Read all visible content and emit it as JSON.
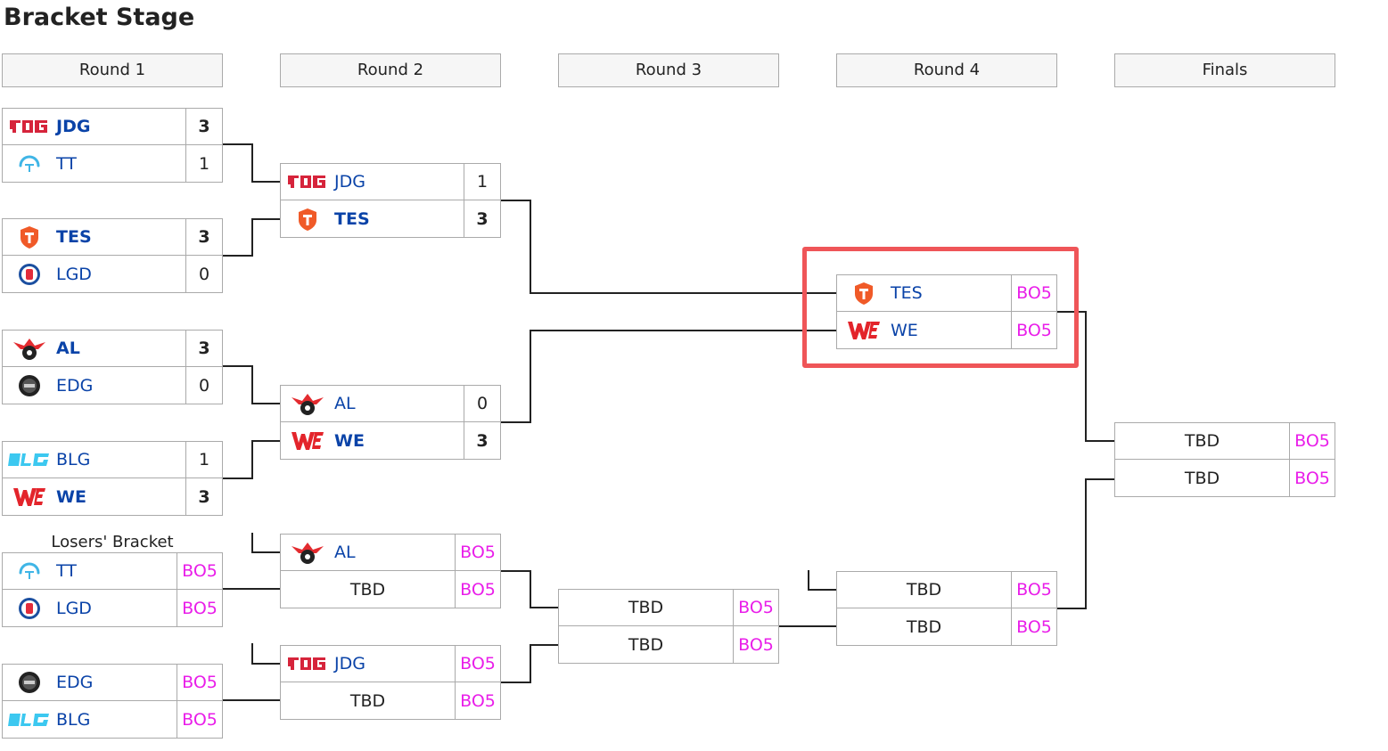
{
  "page_title": "Bracket Stage",
  "rounds": [
    "Round 1",
    "Round 2",
    "Round 3",
    "Round 4",
    "Finals"
  ],
  "losers_caption": "Losers' Bracket",
  "matches": {
    "r1m1": [
      {
        "team": "JDG",
        "logo": "jdg-logo",
        "score": "3",
        "win": true
      },
      {
        "team": "TT",
        "logo": "tt-logo",
        "score": "1",
        "win": false
      }
    ],
    "r1m2": [
      {
        "team": "TES",
        "logo": "tes-logo",
        "score": "3",
        "win": true
      },
      {
        "team": "LGD",
        "logo": "lgd-logo",
        "score": "0",
        "win": false
      }
    ],
    "r1m3": [
      {
        "team": "AL",
        "logo": "al-logo",
        "score": "3",
        "win": true
      },
      {
        "team": "EDG",
        "logo": "edg-logo",
        "score": "0",
        "win": false
      }
    ],
    "r1m4": [
      {
        "team": "BLG",
        "logo": "blg-logo",
        "score": "1",
        "win": false
      },
      {
        "team": "WE",
        "logo": "we-logo",
        "score": "3",
        "win": true
      }
    ],
    "r1m5": [
      {
        "team": "TT",
        "logo": "tt-logo",
        "score": "BO5"
      },
      {
        "team": "LGD",
        "logo": "lgd-logo",
        "score": "BO5"
      }
    ],
    "r1m6": [
      {
        "team": "EDG",
        "logo": "edg-logo",
        "score": "BO5"
      },
      {
        "team": "BLG",
        "logo": "blg-logo",
        "score": "BO5"
      }
    ],
    "r2m1": [
      {
        "team": "JDG",
        "logo": "jdg-logo",
        "score": "1",
        "win": false
      },
      {
        "team": "TES",
        "logo": "tes-logo",
        "score": "3",
        "win": true
      }
    ],
    "r2m2": [
      {
        "team": "AL",
        "logo": "al-logo",
        "score": "0",
        "win": false
      },
      {
        "team": "WE",
        "logo": "we-logo",
        "score": "3",
        "win": true
      }
    ],
    "r2m3": [
      {
        "team": "AL",
        "logo": "al-logo",
        "score": "BO5"
      },
      {
        "team": "TBD",
        "logo": "",
        "score": "BO5"
      }
    ],
    "r2m4": [
      {
        "team": "JDG",
        "logo": "jdg-logo",
        "score": "BO5"
      },
      {
        "team": "TBD",
        "logo": "",
        "score": "BO5"
      }
    ],
    "r3m1": [
      {
        "team": "TBD",
        "logo": "",
        "score": "BO5"
      },
      {
        "team": "TBD",
        "logo": "",
        "score": "BO5"
      }
    ],
    "r4m1": [
      {
        "team": "TES",
        "logo": "tes-logo",
        "score": "BO5"
      },
      {
        "team": "WE",
        "logo": "we-logo",
        "score": "BO5"
      }
    ],
    "r4m2": [
      {
        "team": "TBD",
        "logo": "",
        "score": "BO5"
      },
      {
        "team": "TBD",
        "logo": "",
        "score": "BO5"
      }
    ],
    "finals": [
      {
        "team": "TBD",
        "logo": "",
        "score": "BO5"
      },
      {
        "team": "TBD",
        "logo": "",
        "score": "BO5"
      }
    ]
  },
  "colors": {
    "accent_bo": "#e91ee9",
    "team_text": "#0a43a8",
    "highlight": "#ef5558"
  }
}
